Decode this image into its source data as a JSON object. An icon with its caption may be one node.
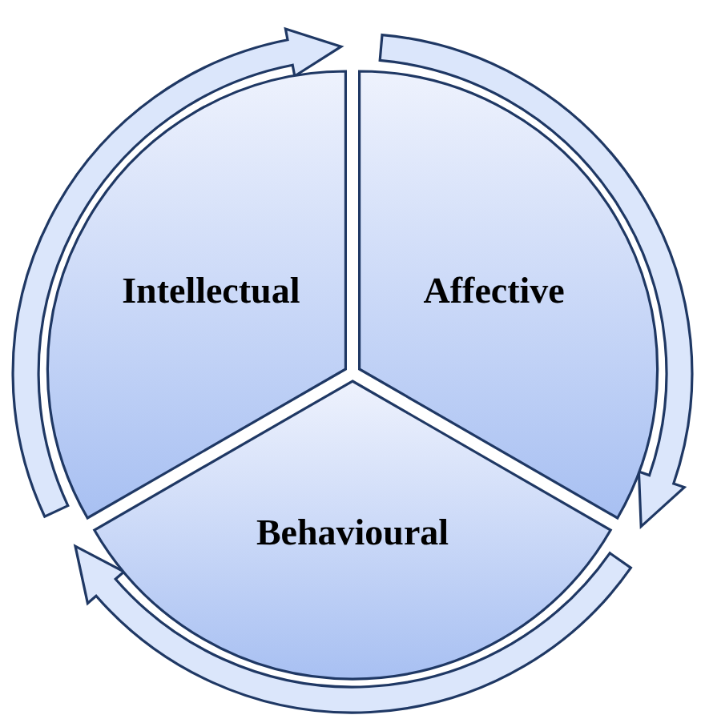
{
  "diagram": {
    "nodes": [
      {
        "text": [
          "Intellectual"
        ]
      },
      {
        "text": [
          "Affective"
        ]
      },
      {
        "text": [
          "Behavioural"
        ]
      }
    ],
    "edges": [
      {
        "from": 0,
        "to": 1,
        "arrow": "to"
      },
      {
        "from": 1,
        "to": 2,
        "arrow": "to"
      },
      {
        "from": 2,
        "to": 0,
        "arrow": "to"
      }
    ]
  }
}
